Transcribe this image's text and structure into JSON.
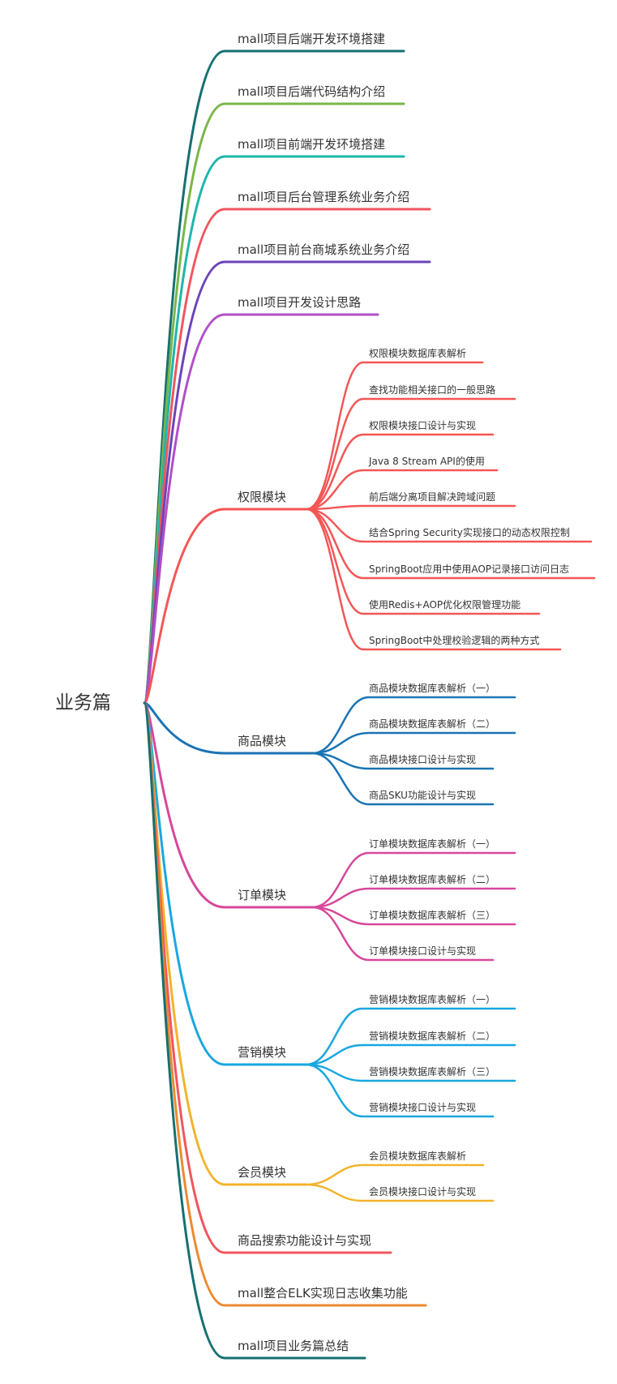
{
  "root": {
    "title": "业务篇"
  },
  "branches": [
    {
      "label": "mall项目后端开发环境搭建",
      "color": "#167070",
      "children": []
    },
    {
      "label": "mall项目后端代码结构介绍",
      "color": "#7ab648",
      "children": []
    },
    {
      "label": "mall项目前端开发环境搭建",
      "color": "#1fb5ad",
      "children": []
    },
    {
      "label": "mall项目后台管理系统业务介绍",
      "color": "#f0565e",
      "children": []
    },
    {
      "label": "mall项目前台商城系统业务介绍",
      "color": "#6a45b8",
      "children": []
    },
    {
      "label": "mall项目开发设计思路",
      "color": "#b04fc8",
      "children": []
    },
    {
      "label": "权限模块",
      "color": "#f45656",
      "children": [
        "权限模块数据库表解析",
        "查找功能相关接口的一般思路",
        "权限模块接口设计与实现",
        "Java 8 Stream API的使用",
        "前后端分离项目解决跨域问题",
        "结合Spring Security实现接口的动态权限控制",
        "SpringBoot应用中使用AOP记录接口访问日志",
        "使用Redis+AOP优化权限管理功能",
        "SpringBoot中处理校验逻辑的两种方式"
      ]
    },
    {
      "label": "商品模块",
      "color": "#1a73b4",
      "children": [
        "商品模块数据库表解析（一）",
        "商品模块数据库表解析（二）",
        "商品模块接口设计与实现",
        "商品SKU功能设计与实现"
      ]
    },
    {
      "label": "订单模块",
      "color": "#d6489a",
      "children": [
        "订单模块数据库表解析（一）",
        "订单模块数据库表解析（二）",
        "订单模块数据库表解析（三）",
        "订单模块接口设计与实现"
      ]
    },
    {
      "label": "营销模块",
      "color": "#19a7e0",
      "children": [
        "营销模块数据库表解析（一）",
        "营销模块数据库表解析（二）",
        "营销模块数据库表解析（三）",
        "营销模块接口设计与实现"
      ]
    },
    {
      "label": "会员模块",
      "color": "#f2b32c",
      "children": [
        "会员模块数据库表解析",
        "会员模块接口设计与实现"
      ]
    },
    {
      "label": "商品搜索功能设计与实现",
      "color": "#f0565e",
      "children": []
    },
    {
      "label": "mall整合ELK实现日志收集功能",
      "color": "#ee8a30",
      "children": []
    },
    {
      "label": "mall项目业务篇总结",
      "color": "#167070",
      "children": []
    }
  ]
}
